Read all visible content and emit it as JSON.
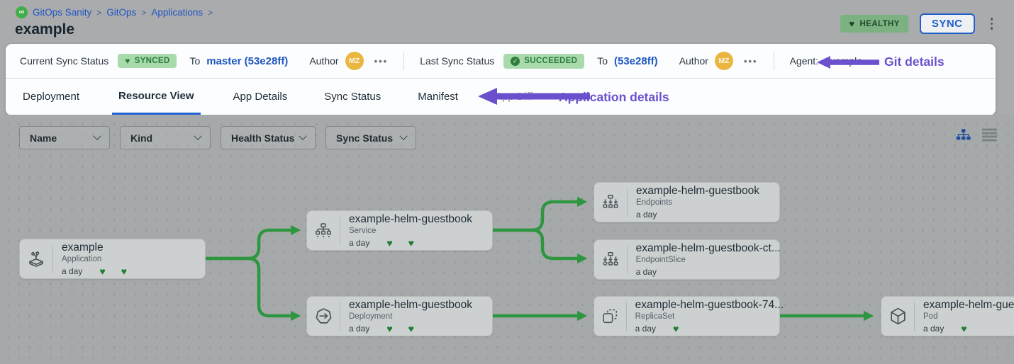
{
  "icons": {
    "heart": "♥",
    "check": "✓",
    "infinity": "∞",
    "more_horizontal": "•••"
  },
  "colors": {
    "accent_blue": "#2160cb",
    "edge_green": "#2e9640",
    "annotation_purple": "#6b50cd",
    "badge_green_bg": "#a8daab",
    "badge_green_text": "#2a7c39",
    "healthy_badge_bg": "#7cb282",
    "avatar_bg": "#eab63f"
  },
  "breadcrumb": {
    "separator": ">",
    "items": [
      "GitOps Sanity",
      "GitOps",
      "Applications"
    ]
  },
  "header": {
    "title": "example",
    "health_badge": "HEALTHY",
    "sync_button": "SYNC"
  },
  "status_bar": {
    "current": {
      "label": "Current Sync Status",
      "badge": "SYNCED",
      "to": "To",
      "revision": "master (53e28ff)",
      "author_label": "Author",
      "author_initials": "MZ"
    },
    "last": {
      "label": "Last Sync Status",
      "badge": "SUCCEEDED",
      "to": "To",
      "revision": "(53e28ff)",
      "author_label": "Author",
      "author_initials": "MZ"
    },
    "agent_label": "Agent:",
    "agent_value": "example",
    "annotation": "Git details"
  },
  "tabs": {
    "items": [
      "Deployment",
      "Resource View",
      "App Details",
      "Sync Status",
      "Manifest",
      "App Diff"
    ],
    "active": "Resource View",
    "annotation": "Application details"
  },
  "filters": {
    "name": "Name",
    "kind": "Kind",
    "health_status": "Health Status",
    "sync_status": "Sync Status"
  },
  "graph": {
    "nodes": [
      {
        "title": "example",
        "kind": "Application",
        "age": "a day",
        "hearts": [
          "♥",
          "♥"
        ]
      },
      {
        "title": "example-helm-guestbook",
        "kind": "Service",
        "age": "a day",
        "hearts": [
          "♥",
          "♥"
        ]
      },
      {
        "title": "example-helm-guestbook",
        "kind": "Deployment",
        "age": "a day",
        "hearts": [
          "♥",
          "♥"
        ]
      },
      {
        "title": "example-helm-guestbook",
        "kind": "Endpoints",
        "age": "a day",
        "hearts": []
      },
      {
        "title": "example-helm-guestbook-ct...",
        "kind": "EndpointSlice",
        "age": "a day",
        "hearts": []
      },
      {
        "title": "example-helm-guestbook-74...",
        "kind": "ReplicaSet",
        "age": "a day",
        "hearts": [
          "♥"
        ]
      },
      {
        "title": "example-helm-guest",
        "kind": "Pod",
        "age": "a day",
        "hearts": [
          "♥"
        ]
      }
    ],
    "edges": [
      {
        "from": "example/Application",
        "to": "example-helm-guestbook/Service"
      },
      {
        "from": "example/Application",
        "to": "example-helm-guestbook/Deployment"
      },
      {
        "from": "example-helm-guestbook/Service",
        "to": "example-helm-guestbook/Endpoints"
      },
      {
        "from": "example-helm-guestbook/Service",
        "to": "example-helm-guestbook-ct.../EndpointSlice"
      },
      {
        "from": "example-helm-guestbook/Deployment",
        "to": "example-helm-guestbook-74.../ReplicaSet"
      },
      {
        "from": "example-helm-guestbook-74.../ReplicaSet",
        "to": "example-helm-guest/Pod"
      }
    ]
  }
}
